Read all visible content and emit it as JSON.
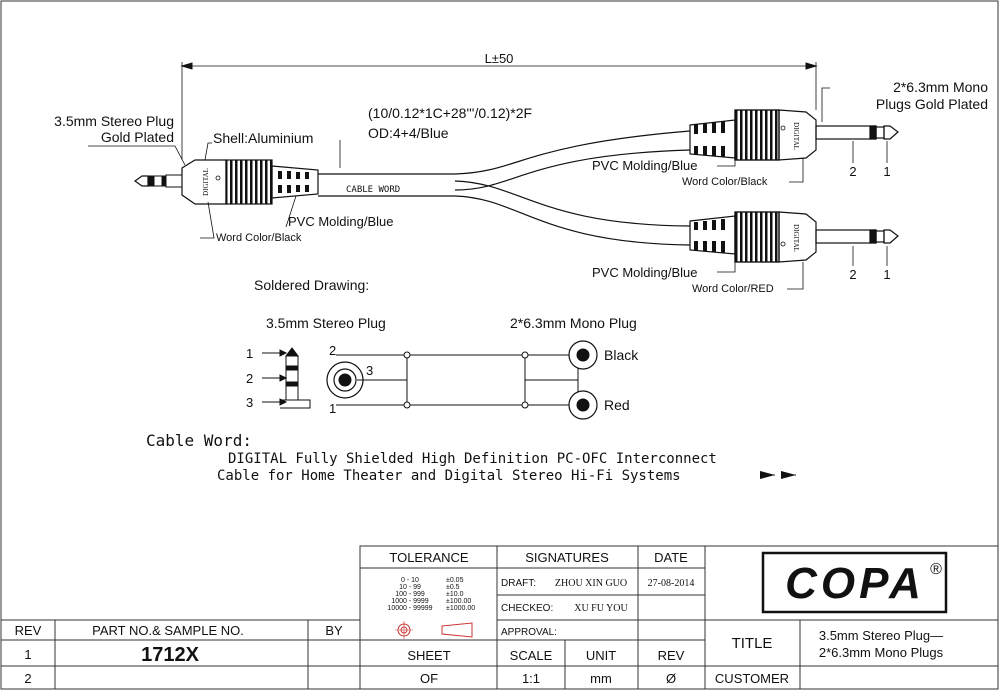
{
  "drawing": {
    "length_dim": "L±50",
    "plug_left_label": [
      "3.5mm Stereo Plug",
      "Gold Plated"
    ],
    "shell_label": "Shell:Aluminium",
    "cable_spec": "(10/0.12*1C+28'''/0.12)*2F",
    "cable_od": "OD:4+4/Blue",
    "cable_word_tag": "CABLE WORD",
    "digital_mark": "DIGITAL",
    "pvc_molding_left": "PVC Molding/Blue",
    "word_color_left": "Word Color/Black",
    "mono_plug_label": [
      "2*6.3mm Mono",
      "Plugs Gold Plated"
    ],
    "pvc_molding_top": "PVC Molding/Blue",
    "word_color_top": "Word Color/Black",
    "pvc_molding_bottom": "PVC Molding/Blue",
    "word_color_bottom": "Word Color/RED",
    "pin_1": "1",
    "pin_2": "2",
    "pin_3": "3"
  },
  "soldered": {
    "title": "Soldered Drawing:",
    "stereo_label": "3.5mm Stereo Plug",
    "mono_label": "2*6.3mm Mono Plug",
    "black": "Black",
    "red": "Red"
  },
  "cable_word": {
    "heading": "Cable Word:",
    "line1": "DIGITAL Fully Shielded High Definition PC-OFC Interconnect",
    "line2": "Cable for Home Theater and Digital Stereo Hi-Fi Systems"
  },
  "title_block": {
    "tolerance_header": "TOLERANCE",
    "tolerance_rows": [
      [
        "0 - 10",
        "±0.05"
      ],
      [
        "10 - 99",
        "±0.5"
      ],
      [
        "100 - 999",
        "±10.0"
      ],
      [
        "1000 - 9999",
        "±100.00"
      ],
      [
        "10000 - 99999",
        "±1000.00"
      ]
    ],
    "signatures_header": "SIGNATURES",
    "date_header": "DATE",
    "draft_label": "DRAFT:",
    "draft_name": "ZHOU XIN GUO",
    "draft_date": "27-08-2014",
    "checked_label": "CHECKEO:",
    "checked_name": "XU FU YOU",
    "approval_label": "APPROVAL:",
    "logo": "COPA",
    "registered": "®",
    "rev_header": "REV",
    "part_header": "PART NO.& SAMPLE NO.",
    "by_header": "BY",
    "title_label": "TITLE",
    "title_value": [
      "3.5mm Stereo Plug—",
      "2*6.3mm Mono Plugs"
    ],
    "rev_1": "1",
    "rev_2": "2",
    "part_no": "1712X",
    "sheet_label": "SHEET",
    "sheet_value": "OF",
    "scale_label": "SCALE",
    "scale_value": "1:1",
    "unit_label": "UNIT",
    "unit_value": "mm",
    "rev_label": "REV",
    "rev_value": "Ø",
    "customer_label": "CUSTOMER"
  }
}
